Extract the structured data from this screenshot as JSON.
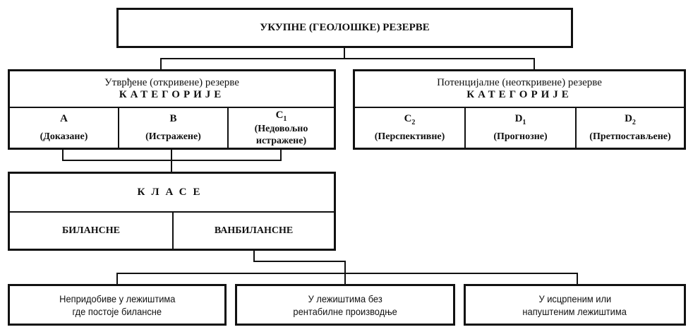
{
  "root": {
    "title": "УКУПНЕ (ГЕОЛОШКЕ) РЕЗЕРВЕ"
  },
  "identified": {
    "title": "Утврђене (откривене) резерве",
    "subtitle": "КАТЕГОРИЈЕ",
    "categories": [
      {
        "letter": "A",
        "sub": "",
        "desc": "(Доказане)"
      },
      {
        "letter": "B",
        "sub": "",
        "desc": "(Истражене)"
      },
      {
        "letter": "C",
        "sub": "1",
        "desc": "(Недовољно истражене)"
      }
    ]
  },
  "potential": {
    "title": "Потенцијалне (неоткривене) резерве",
    "subtitle": "КАТЕГОРИЈЕ",
    "categories": [
      {
        "letter": "C",
        "sub": "2",
        "desc": "(Перспективне)"
      },
      {
        "letter": "D",
        "sub": "1",
        "desc": "(Прогнозне)"
      },
      {
        "letter": "D",
        "sub": "2",
        "desc": "(Претпостављене)"
      }
    ]
  },
  "classes": {
    "title": "КЛАСЕ",
    "items": [
      "БИЛАНСНЕ",
      "ВАНБИЛАНСНЕ"
    ]
  },
  "off_balance": [
    {
      "line1": "Непридобиве у лежиштима",
      "line2": "где постоје билансне"
    },
    {
      "line1": "У лежиштима без",
      "line2": "рентабилне производње"
    },
    {
      "line1": "У исцрпеним или",
      "line2": "напуштеним лежиштима"
    }
  ]
}
